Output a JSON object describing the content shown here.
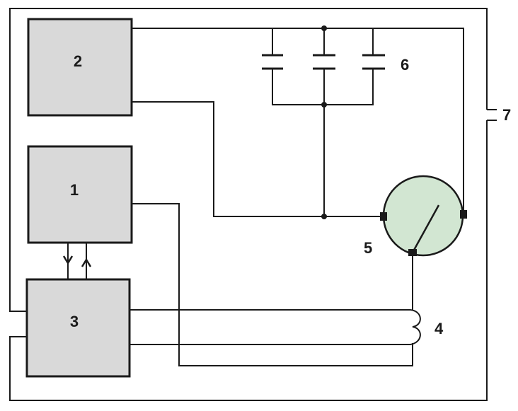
{
  "blocks": [
    {
      "id": "2",
      "label": "2"
    },
    {
      "id": "1",
      "label": "1"
    },
    {
      "id": "3",
      "label": "3"
    }
  ],
  "labels": {
    "coil": "4",
    "gauge": "5",
    "capacitors": "6",
    "housing": "7"
  },
  "colors": {
    "block_fill": "#d9d9d9",
    "gauge_fill": "#d2e6d2",
    "line": "#1a1a1a"
  }
}
